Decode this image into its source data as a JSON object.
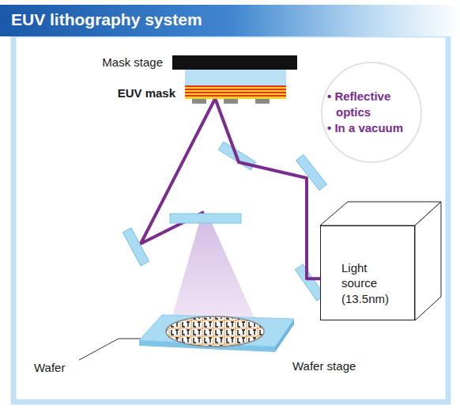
{
  "diagram": {
    "title": "EUV lithography system",
    "nodes": [
      {
        "text": [
          "Mask stage"
        ]
      },
      {
        "text": [
          "EUV mask"
        ]
      },
      {
        "text": [
          "• Reflective optics",
          "• In a vacuum"
        ]
      },
      {
        "text": [
          "Light source (13.5nm)"
        ]
      },
      {
        "text": [
          "Wafer stage"
        ]
      }
    ],
    "edges": [
      {
        "from": 3,
        "to": 1,
        "arrow": "none"
      }
    ],
    "labels": [
      "Wafer"
    ]
  }
}
